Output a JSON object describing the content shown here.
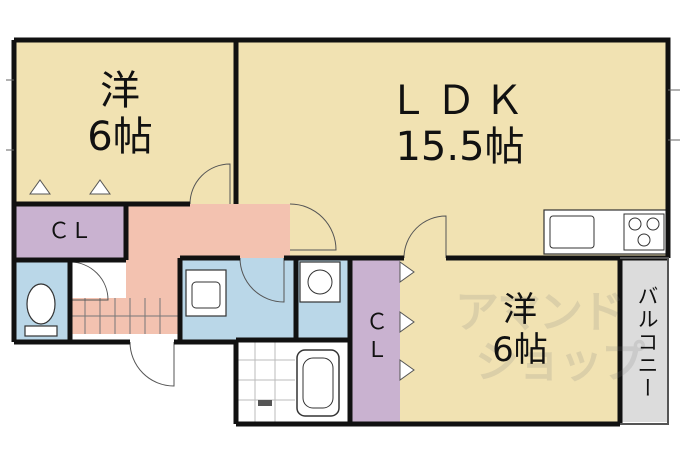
{
  "rooms": {
    "western_room_1": {
      "name": "洋",
      "size": "6帖"
    },
    "ldk": {
      "name": "ＬＤＫ",
      "size": "15.5帖"
    },
    "western_room_2": {
      "name": "洋",
      "size": "6帖"
    },
    "closet_1": "ＣＬ",
    "closet_2": "ＣＬ",
    "balcony": "バルコニー"
  },
  "watermark": {
    "line1": "アマンド",
    "line2": "ショップ"
  },
  "colors": {
    "room": "#f1e2b2",
    "closet": "#c9b2d0",
    "hall": "#f3c2b0",
    "wet": "#bad7e8",
    "balcony": "#dcdcdc",
    "wall": "#111111"
  }
}
